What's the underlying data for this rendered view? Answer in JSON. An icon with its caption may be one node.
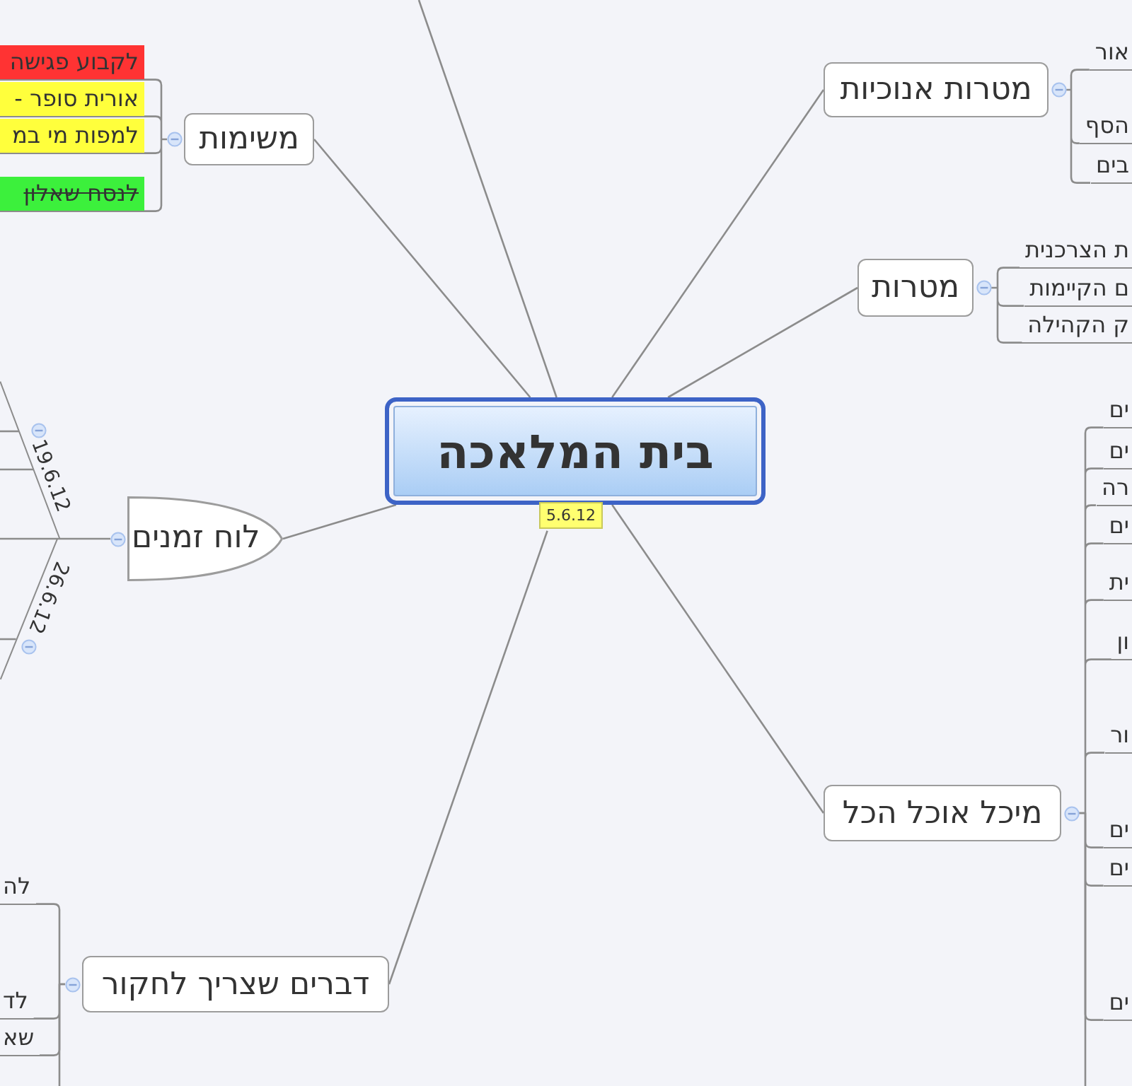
{
  "diagram": {
    "nodes": [
      {
        "text": [
          "בית המלאכה"
        ],
        "beside": [
          "5.6.12"
        ]
      },
      {
        "text": [
          "משימות"
        ]
      },
      {
        "text": [
          "לקבוע פגישה"
        ]
      },
      {
        "text": [
          "אורית סופר -"
        ]
      },
      {
        "text": [
          "למפות מי במ"
        ]
      },
      {
        "text": [
          "לנסח שאלון"
        ]
      },
      {
        "text": [
          "מטרות אנוכיות"
        ]
      },
      {
        "text": [
          "אור"
        ]
      },
      {
        "text": [
          "הסף"
        ]
      },
      {
        "text": [
          "בים"
        ]
      },
      {
        "text": [
          "מטרות"
        ]
      },
      {
        "text": [
          "ת הצרכנית"
        ]
      },
      {
        "text": [
          "ם הקיימות"
        ]
      },
      {
        "text": [
          "ק הקהילה"
        ]
      },
      {
        "text": [
          "לוח זמנים"
        ]
      },
      {
        "text": [
          "19.6.12"
        ]
      },
      {
        "text": [
          "26.6.12"
        ]
      },
      {
        "text": [
          "מיכל אוכל הכל"
        ]
      },
      {
        "text": [
          "ים"
        ]
      },
      {
        "text": [
          "ים"
        ]
      },
      {
        "text": [
          "רה"
        ]
      },
      {
        "text": [
          "ים"
        ]
      },
      {
        "text": [
          "ית"
        ]
      },
      {
        "text": [
          "ון"
        ]
      },
      {
        "text": [
          "ור"
        ]
      },
      {
        "text": [
          "ים"
        ]
      },
      {
        "text": [
          "ים"
        ]
      },
      {
        "text": [
          "ים"
        ]
      },
      {
        "text": [
          "דברים שצריך לחקור"
        ]
      },
      {
        "text": [
          "לה"
        ]
      },
      {
        "text": [
          "לד"
        ]
      },
      {
        "text": [
          "שא"
        ]
      }
    ],
    "edges": [
      {
        "from": 0,
        "to": 1,
        "arrow": "none"
      },
      {
        "from": 0,
        "to": 6,
        "arrow": "none"
      },
      {
        "from": 0,
        "to": 10,
        "arrow": "none"
      },
      {
        "from": 0,
        "to": 14,
        "arrow": "none"
      },
      {
        "from": 0,
        "to": 17,
        "arrow": "none"
      },
      {
        "from": 0,
        "to": 28,
        "arrow": "none"
      },
      {
        "from": 0,
        "to": null,
        "arrow": "none"
      },
      {
        "from": 1,
        "to": 2,
        "arrow": "none"
      },
      {
        "from": 1,
        "to": 3,
        "arrow": "none"
      },
      {
        "from": 1,
        "to": 4,
        "arrow": "none"
      },
      {
        "from": 1,
        "to": 5,
        "arrow": "none"
      },
      {
        "from": 6,
        "to": 7,
        "arrow": "none"
      },
      {
        "from": 6,
        "to": 8,
        "arrow": "none"
      },
      {
        "from": 6,
        "to": 9,
        "arrow": "none"
      },
      {
        "from": 10,
        "to": 11,
        "arrow": "none"
      },
      {
        "from": 10,
        "to": 12,
        "arrow": "none"
      },
      {
        "from": 10,
        "to": 13,
        "arrow": "none"
      },
      {
        "from": 14,
        "to": 15,
        "arrow": "none"
      },
      {
        "from": 14,
        "to": 16,
        "arrow": "none"
      },
      {
        "from": 15,
        "to": null,
        "arrow": "none"
      },
      {
        "from": 15,
        "to": null,
        "arrow": "none"
      },
      {
        "from": 16,
        "to": null,
        "arrow": "none"
      },
      {
        "from": 17,
        "to": 18,
        "arrow": "none"
      },
      {
        "from": 17,
        "to": 19,
        "arrow": "none"
      },
      {
        "from": 17,
        "to": 20,
        "arrow": "none"
      },
      {
        "from": 17,
        "to": 21,
        "arrow": "none"
      },
      {
        "from": 17,
        "to": 22,
        "arrow": "none"
      },
      {
        "from": 17,
        "to": 23,
        "arrow": "none"
      },
      {
        "from": 17,
        "to": 24,
        "arrow": "none"
      },
      {
        "from": 17,
        "to": 25,
        "arrow": "none"
      },
      {
        "from": 17,
        "to": 26,
        "arrow": "none"
      },
      {
        "from": 17,
        "to": 27,
        "arrow": "none"
      },
      {
        "from": 17,
        "to": null,
        "arrow": "none"
      },
      {
        "from": 28,
        "to": 29,
        "arrow": "none"
      },
      {
        "from": 28,
        "to": 30,
        "arrow": "none"
      },
      {
        "from": 28,
        "to": 31,
        "arrow": "none"
      },
      {
        "from": 28,
        "to": null,
        "arrow": "none"
      }
    ]
  }
}
